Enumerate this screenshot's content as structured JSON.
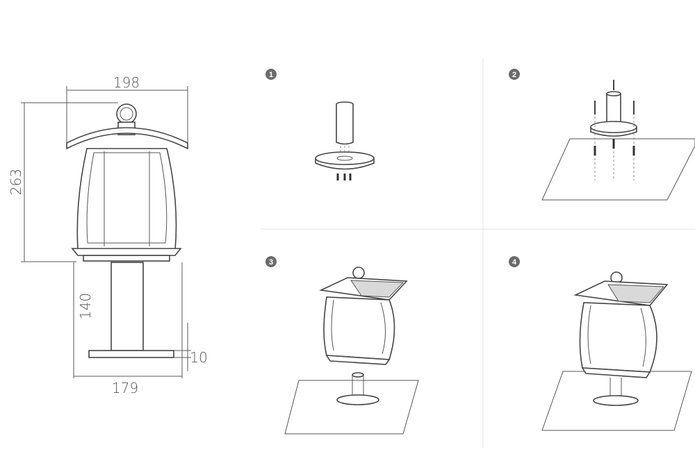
{
  "dimensions": {
    "width_top": "198",
    "height_lantern": "263",
    "height_post": "140",
    "base_thickness": "10",
    "width_base": "179"
  },
  "steps": [
    {
      "number": "1"
    },
    {
      "number": "2"
    },
    {
      "number": "3"
    },
    {
      "number": "4"
    }
  ],
  "colors": {
    "step_badge": "#6b6b6b",
    "line": "#555555"
  }
}
